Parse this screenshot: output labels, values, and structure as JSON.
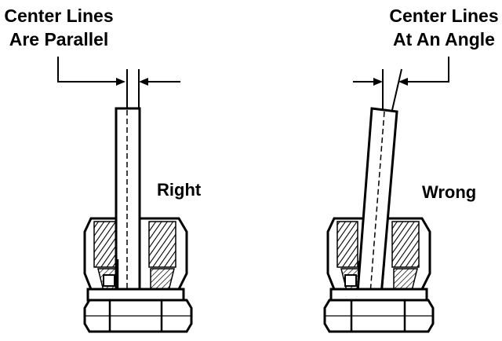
{
  "left_panel": {
    "caption_line1": "Center Lines",
    "caption_line2": "Are Parallel",
    "verdict": "Right"
  },
  "right_panel": {
    "caption_line1": "Center Lines",
    "caption_line2": "At An Angle",
    "verdict": "Wrong"
  },
  "colors": {
    "ink": "#000000",
    "paper": "#ffffff"
  },
  "icons": {
    "left": "straight-tube-in-fitting-icon",
    "right": "angled-tube-in-fitting-icon"
  }
}
